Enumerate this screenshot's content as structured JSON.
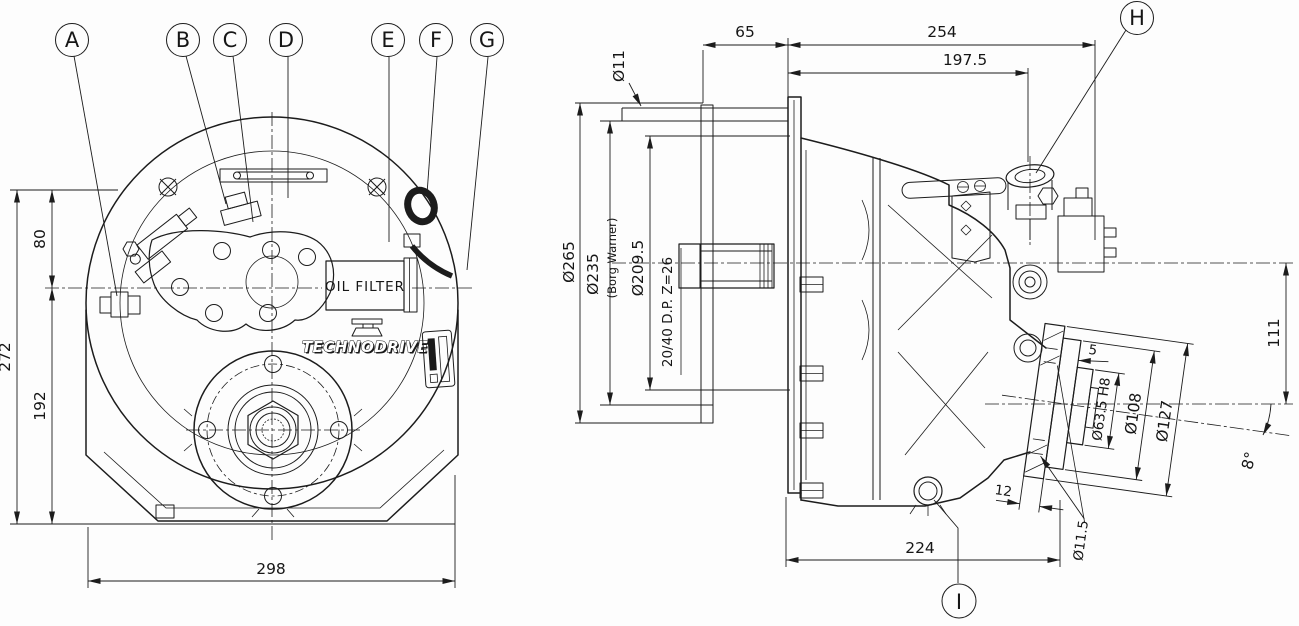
{
  "callouts": {
    "a": "A",
    "b": "B",
    "c": "C",
    "d": "D",
    "e": "E",
    "f": "F",
    "g": "G",
    "h": "H",
    "i": "I"
  },
  "front_view": {
    "labels": {
      "oil_filter": "OIL FILTER",
      "brand": "TECHNODRIVE"
    },
    "dims": {
      "upper": "80",
      "total": "272",
      "lower": "192",
      "width": "298"
    }
  },
  "side_view": {
    "dims": {
      "offset_65": "65",
      "length_254": "254",
      "length_197_5": "197.5",
      "bolt_hole": "Ø11",
      "bell_od": "Ø265",
      "pilot_od": "Ø235",
      "pilot_note": "(Borg Warner)",
      "register_od": "Ø209.5",
      "spline": "20/40 D.P. Z=26",
      "drop_111": "111",
      "face_gap_5": "5",
      "flange_bore": "Ø63.5 H8",
      "flange_bc": "Ø108",
      "flange_od": "Ø127",
      "angle": "8°",
      "flange_thk": "12",
      "flange_hole": "Ø11.5",
      "base_224": "224"
    }
  },
  "colors": {
    "line": "#1c1c1c",
    "background": "#fdfdfd"
  }
}
